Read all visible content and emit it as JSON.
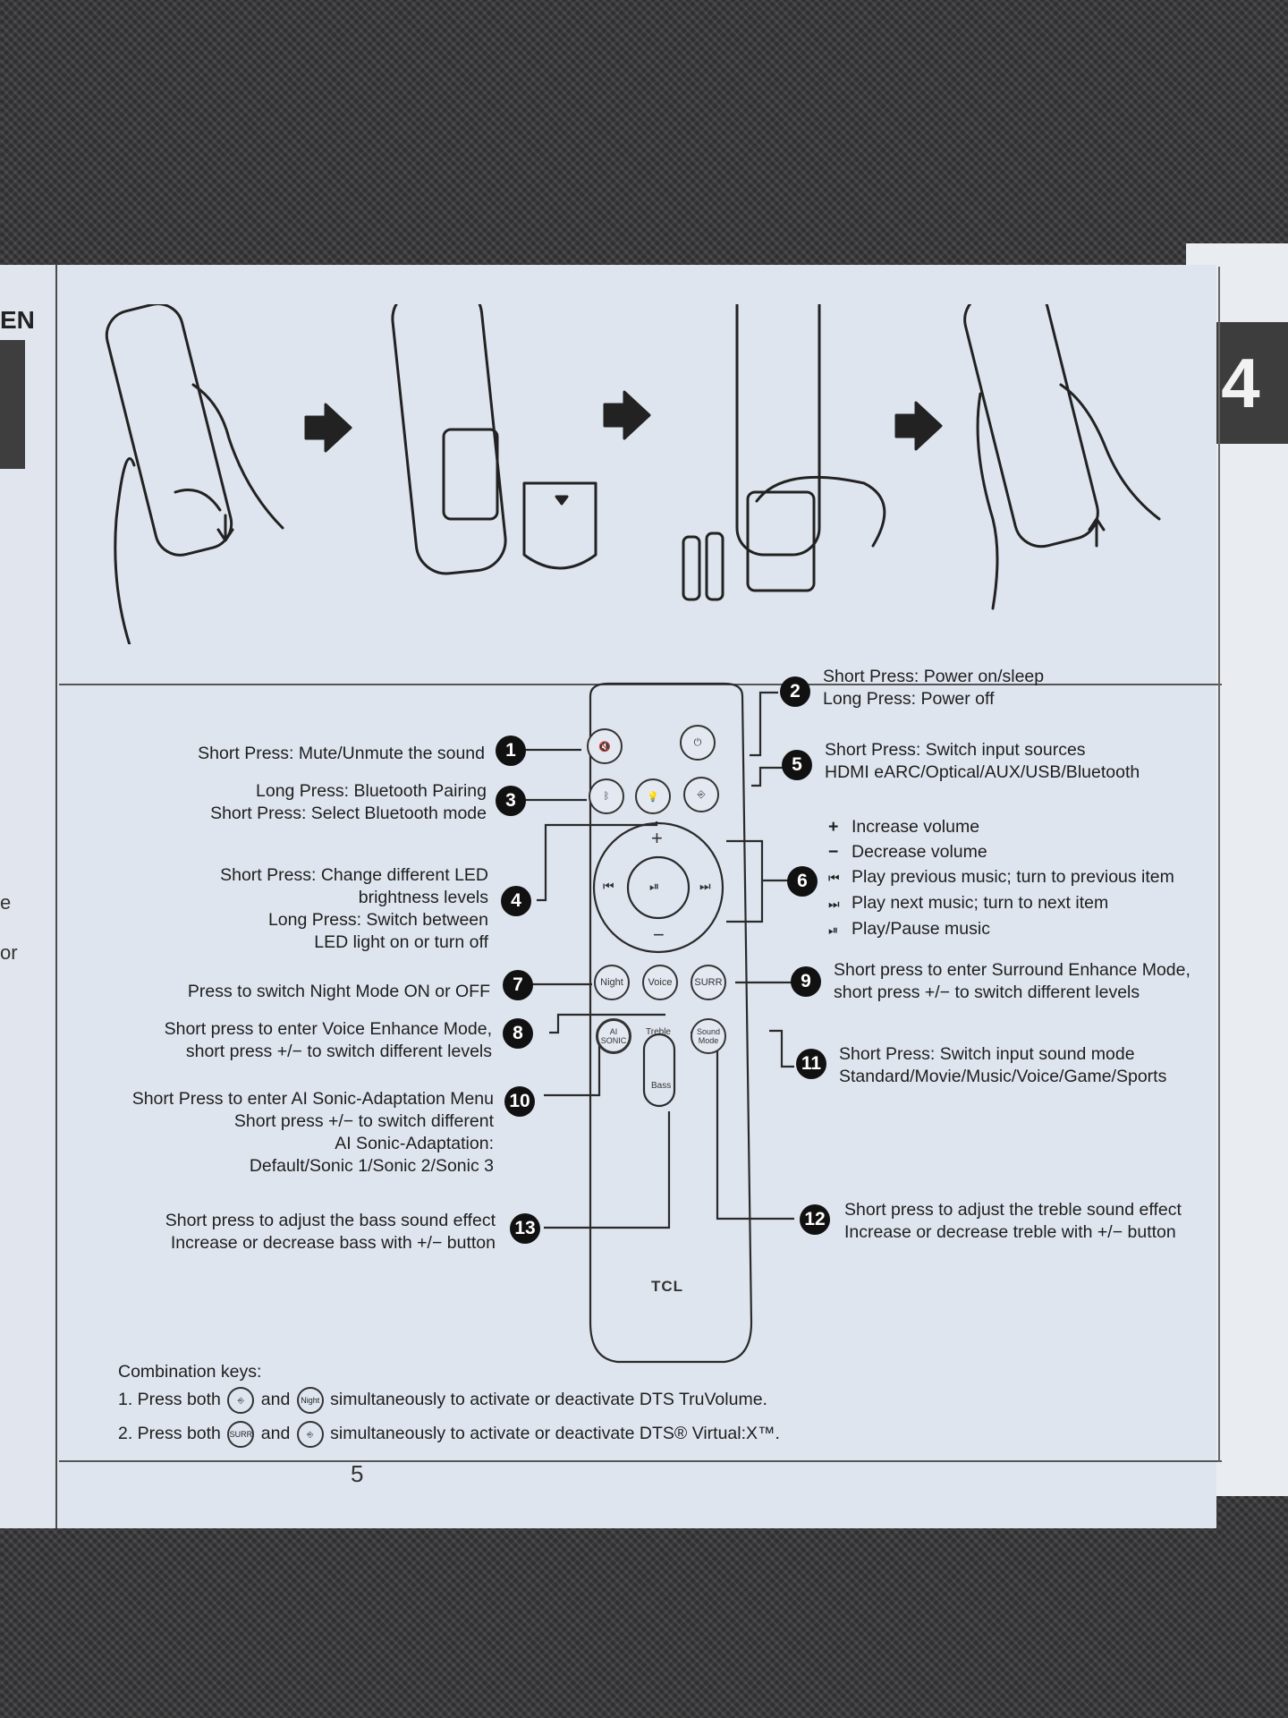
{
  "left_page": {
    "lang_tab": "EN",
    "cut_fragments": [
      "e",
      "or"
    ]
  },
  "right_page": {
    "section_number": "4"
  },
  "remote": {
    "brand": "TCL",
    "buttons": {
      "night": "Night",
      "voice": "Voice",
      "surr": "SURR",
      "ai_sonic": "AI SONIC",
      "treble": "Treble",
      "sound_mode": "Sound Mode",
      "bass": "Bass",
      "plus": "+",
      "minus": "−"
    }
  },
  "callouts": [
    {
      "n": "1",
      "lines": [
        "Short Press: Mute/Unmute the sound"
      ]
    },
    {
      "n": "2",
      "lines": [
        "Short Press: Power on/sleep",
        "Long Press: Power off"
      ]
    },
    {
      "n": "3",
      "lines": [
        "Long Press: Bluetooth Pairing",
        "Short Press: Select Bluetooth mode"
      ]
    },
    {
      "n": "4",
      "lines": [
        "Short Press: Change different LED",
        "brightness levels",
        "Long Press: Switch between",
        "LED light on or turn off"
      ]
    },
    {
      "n": "5",
      "lines": [
        "Short Press: Switch input sources",
        "HDMI eARC/Optical/AUX/USB/Bluetooth"
      ]
    },
    {
      "n": "6",
      "lines": [
        "Increase volume",
        "Decrease volume",
        "Play previous music; turn to previous item",
        "Play next music; turn to next item",
        "Play/Pause music"
      ]
    },
    {
      "n": "7",
      "lines": [
        "Press to switch Night Mode ON or OFF"
      ]
    },
    {
      "n": "8",
      "lines": [
        "Short press to enter Voice Enhance Mode,",
        "short press +/− to switch different levels"
      ]
    },
    {
      "n": "9",
      "lines": [
        "Short press to enter Surround Enhance Mode,",
        "short press +/− to switch different levels"
      ]
    },
    {
      "n": "10",
      "lines": [
        "Short Press to enter AI Sonic-Adaptation Menu",
        "Short press +/− to switch different",
        "AI Sonic-Adaptation:",
        "Default/Sonic 1/Sonic 2/Sonic 3"
      ]
    },
    {
      "n": "11",
      "lines": [
        "Short Press: Switch input sound mode",
        "Standard/Movie/Music/Voice/Game/Sports"
      ]
    },
    {
      "n": "12",
      "lines": [
        "Short press to adjust the treble sound effect",
        "Increase or decrease treble with +/− button"
      ]
    },
    {
      "n": "13",
      "lines": [
        "Short press to adjust the bass sound effect",
        "Increase or decrease bass with +/− button"
      ]
    }
  ],
  "vol_symbols": [
    "+",
    "−",
    "⏮",
    "⏭",
    "⏯"
  ],
  "combination": {
    "title": "Combination keys:",
    "line1_pre": "1. Press both",
    "line1_and": "and",
    "line1_post": "simultaneously to activate or deactivate DTS TruVolume.",
    "line1_key_b": "Night",
    "line2_pre": "2. Press both",
    "line2_and": "and",
    "line2_post": "simultaneously to activate or deactivate DTS® Virtual:X™.",
    "line2_key_a": "SURR"
  },
  "page_number": "5"
}
